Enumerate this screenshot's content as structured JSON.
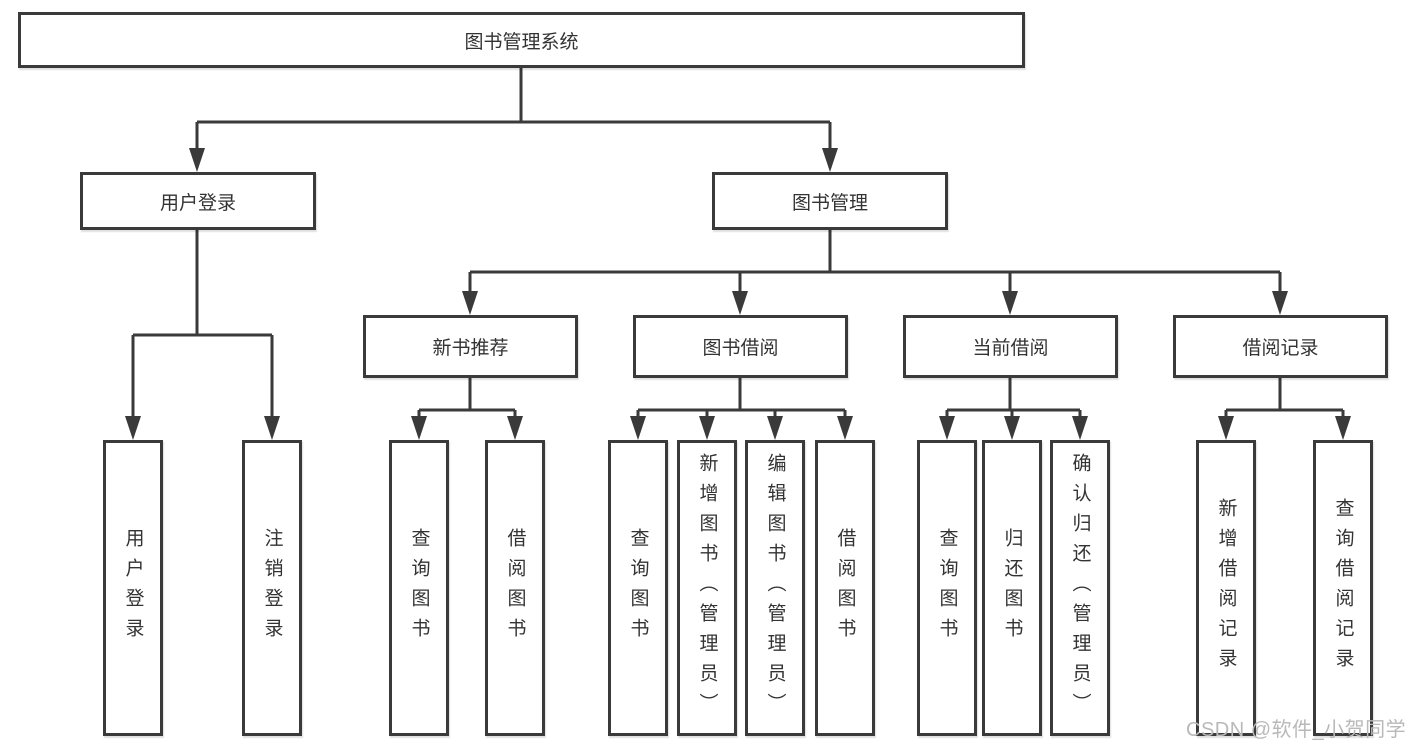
{
  "diagram": {
    "root": {
      "label": "图书管理系统"
    },
    "level2": [
      {
        "label": "用户登录"
      },
      {
        "label": "图书管理"
      }
    ],
    "level3": [
      {
        "label": "新书推荐"
      },
      {
        "label": "图书借阅"
      },
      {
        "label": "当前借阅"
      },
      {
        "label": "借阅记录"
      }
    ],
    "leaves": {
      "user_login": [
        {
          "label": "用户登录"
        },
        {
          "label": "注销登录"
        }
      ],
      "new_book": [
        {
          "label": "查询图书"
        },
        {
          "label": "借阅图书"
        }
      ],
      "book_borrow": [
        {
          "label": "查询图书"
        },
        {
          "label": "新增图书（管理员）"
        },
        {
          "label": "编辑图书（管理员）"
        },
        {
          "label": "借阅图书"
        }
      ],
      "current_borrow": [
        {
          "label": "查询图书"
        },
        {
          "label": "归还图书"
        },
        {
          "label": "确认归还（管理员）"
        }
      ],
      "borrow_records": [
        {
          "label": "新增借阅记录"
        },
        {
          "label": "查询借阅记录"
        }
      ]
    }
  },
  "watermark": {
    "text": "CSDN @软件_小贺同学"
  },
  "colors": {
    "line": "#3a3a3a",
    "text": "#333333",
    "background": "#ffffff",
    "watermark": "#b9b9b9"
  }
}
